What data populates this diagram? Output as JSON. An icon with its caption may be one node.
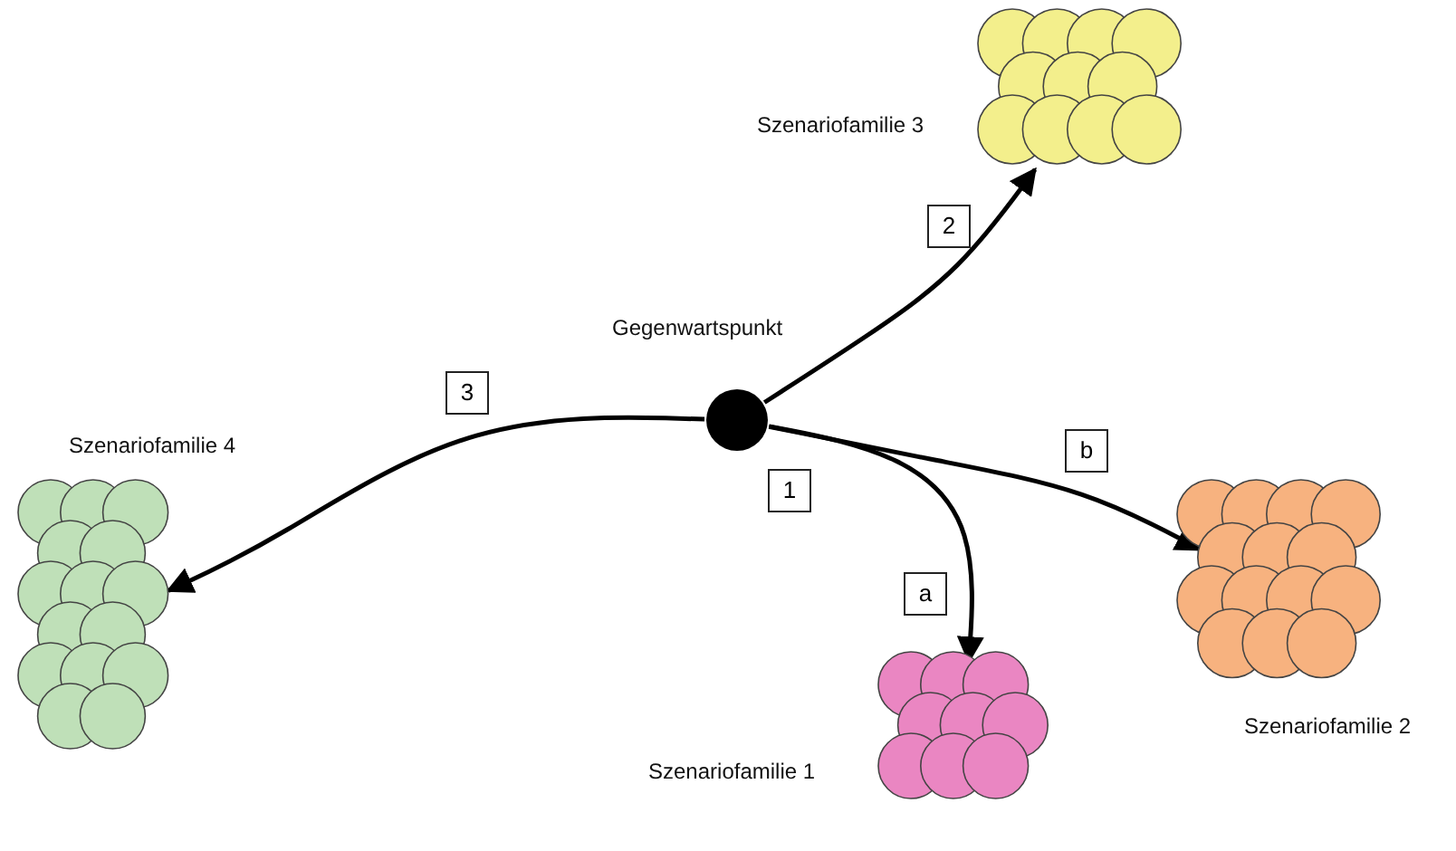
{
  "diagram": {
    "nodes": [
      {
        "text": [
          "Szenariofamilie 3"
        ]
      },
      {
        "text": [
          "Gegenwartspunkt"
        ]
      },
      {
        "text": [
          "Szenariofamilie 4"
        ]
      },
      {
        "text": [
          "Szenariofamilie 2"
        ]
      },
      {
        "text": [
          "Szenariofamilie 1"
        ]
      }
    ],
    "edges": [
      {
        "from": 1,
        "to": 0,
        "arrow": "to",
        "label": "2"
      },
      {
        "from": 1,
        "to": 2,
        "arrow": "to",
        "label": "3"
      },
      {
        "from": 1,
        "to": 4,
        "arrow": "to",
        "label": "a"
      },
      {
        "from": 1,
        "to": 3,
        "arrow": "to",
        "label": "b"
      }
    ],
    "labels": [
      "1"
    ]
  }
}
